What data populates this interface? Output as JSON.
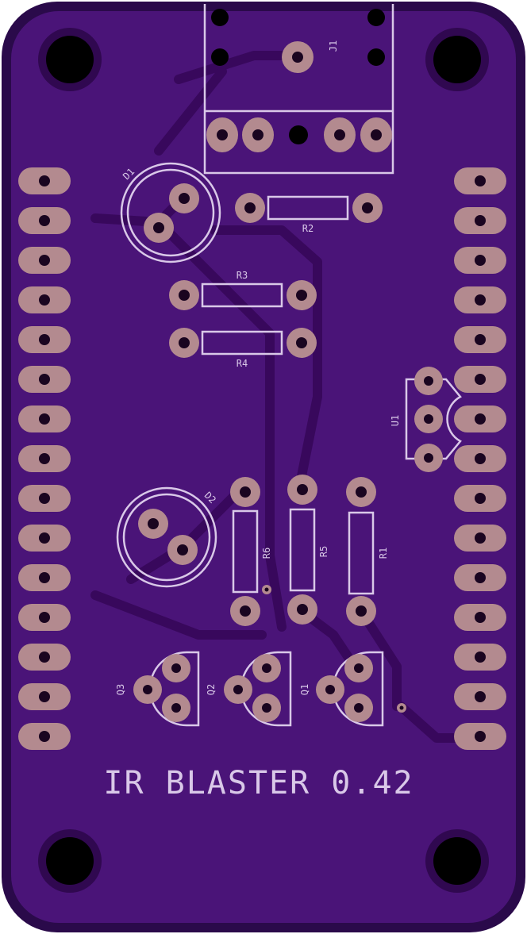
{
  "board": {
    "title": "IR BLASTER 0.42",
    "colors": {
      "board_edge": "#2a0a4a",
      "board_fill": "#3d0f63",
      "copper_pour": "#4a1478",
      "trace": "#3a0c5c",
      "pad": "#b38a8f",
      "drill": "#1a0520",
      "silkscreen": "#d9c8e8"
    }
  },
  "components": {
    "connector": {
      "ref": "J1"
    },
    "leds": [
      {
        "ref": "D1"
      },
      {
        "ref": "D2"
      }
    ],
    "resistors": [
      {
        "ref": "R1"
      },
      {
        "ref": "R2"
      },
      {
        "ref": "R3"
      },
      {
        "ref": "R4"
      },
      {
        "ref": "R5"
      },
      {
        "ref": "R6"
      }
    ],
    "regulator": {
      "ref": "U1"
    },
    "transistors": [
      {
        "ref": "Q1"
      },
      {
        "ref": "Q2"
      },
      {
        "ref": "Q3"
      }
    ]
  },
  "headers": {
    "left_pin_count": 15,
    "right_pin_count": 15
  }
}
